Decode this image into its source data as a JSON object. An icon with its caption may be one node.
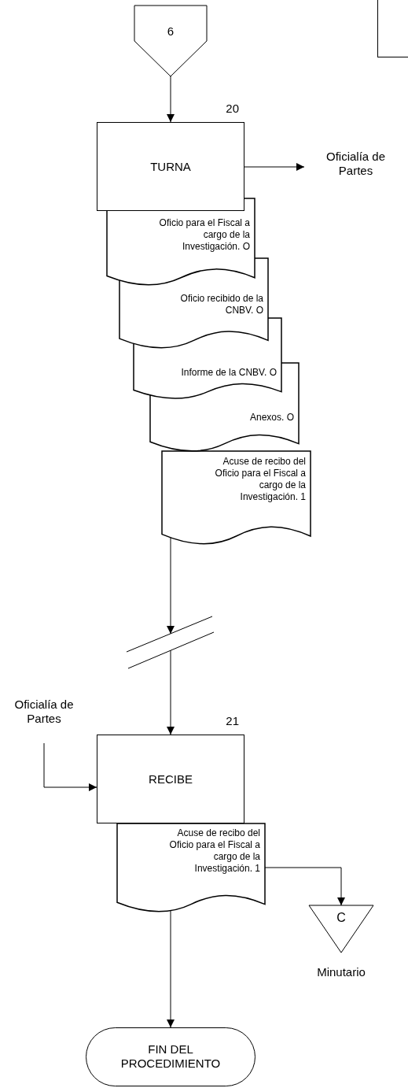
{
  "diagram": {
    "nodes": [
      {
        "text": [
          "6"
        ]
      },
      {
        "text": [
          "TURNA"
        ],
        "beside": [
          "20"
        ]
      },
      {
        "text": [
          "Oficialía de Partes"
        ]
      },
      {
        "text": [
          "Oficio para el Fiscal a cargo de la Investigación. O"
        ]
      },
      {
        "text": [
          "Oficio recibido de la CNBV. O"
        ]
      },
      {
        "text": [
          "Informe de la CNBV. O"
        ]
      },
      {
        "text": [
          "Anexos. O"
        ]
      },
      {
        "text": [
          "Acuse de recibo del Oficio para el Fiscal a cargo de la Investigación. 1"
        ]
      },
      {
        "text": [
          "Oficialía de Partes"
        ]
      },
      {
        "text": [
          "RECIBE"
        ],
        "beside": [
          "21"
        ]
      },
      {
        "text": [
          "Acuse de recibo del Oficio para el Fiscal a cargo de la Investigación. 1"
        ]
      },
      {
        "text": [
          "C"
        ],
        "beside": [
          "Minutario"
        ]
      },
      {
        "text": [
          "FIN DEL PROCEDIMIENTO"
        ]
      },
      {
        "text": [],
        "shape": "box"
      }
    ],
    "edges": [
      {
        "from": 0,
        "to": 1,
        "arrow": "to"
      },
      {
        "from": 1,
        "to": 2,
        "arrow": "to"
      },
      {
        "from": 7,
        "to": 9,
        "arrow": "to"
      },
      {
        "from": 8,
        "to": 9,
        "arrow": "to"
      },
      {
        "from": 10,
        "to": 11,
        "arrow": "to"
      },
      {
        "from": 10,
        "to": 12,
        "arrow": "to"
      }
    ]
  }
}
